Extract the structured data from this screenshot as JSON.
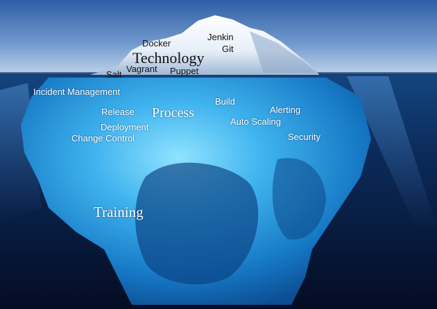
{
  "colors": {
    "sky_top": "#2f5ea6",
    "sky_bottom": "#b9cfe6",
    "ice_above": "#f3f7fb",
    "water_deep": "#06122e",
    "ice_under": "#1e8fd6",
    "ice_glow": "#7fd6ff"
  },
  "above_water": {
    "heading": "Technology",
    "items": {
      "docker": "Docker",
      "jenkin": "Jenkin",
      "git": "Git",
      "vagrant": "Vagrant",
      "puppet": "Puppet",
      "salt": "Salt"
    }
  },
  "below_water": {
    "process_heading": "Process",
    "training_heading": "Training",
    "items": {
      "incident_management": "Incident Management",
      "release": "Release",
      "deployment": "Deployment",
      "change_control": "Change Control",
      "build": "Build",
      "alerting": "Alerting",
      "auto_scaling": "Auto Scaling",
      "security": "Security"
    }
  }
}
